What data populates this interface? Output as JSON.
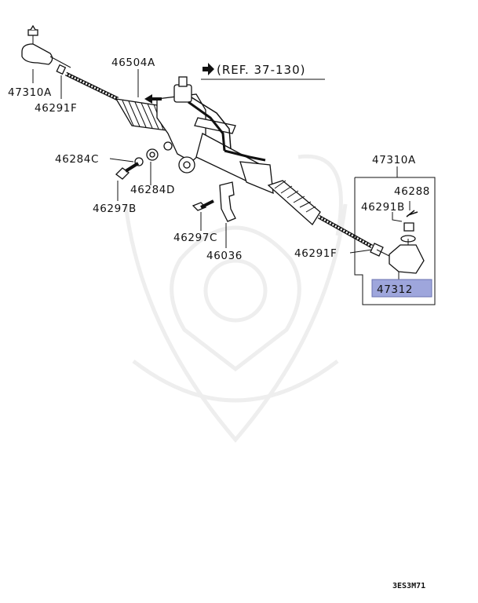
{
  "reference": {
    "text": "(REF. 37-130)",
    "arrow_icon": "right-arrow-icon"
  },
  "parts": [
    {
      "code": "47310A"
    },
    {
      "code": "46291F"
    },
    {
      "code": "46504A"
    },
    {
      "code": "46284C"
    },
    {
      "code": "46284D"
    },
    {
      "code": "46297B"
    },
    {
      "code": "46297C"
    },
    {
      "code": "46036"
    },
    {
      "code": "46291F"
    },
    {
      "code": "47310A"
    },
    {
      "code": "46288"
    },
    {
      "code": "46291B"
    },
    {
      "code": "47312",
      "highlighted": true
    }
  ],
  "diagram_code": "3ES3M71",
  "colors": {
    "highlight_fill": "#9ea6dc",
    "line": "#111111",
    "watermark": "#eeeeee"
  }
}
